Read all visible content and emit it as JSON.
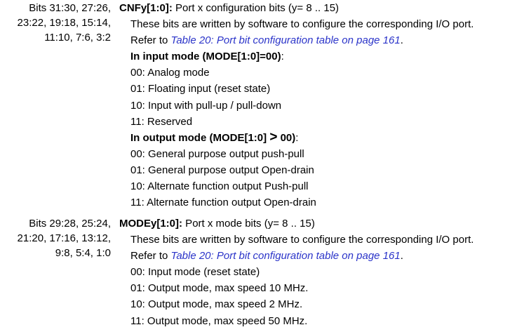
{
  "cnf": {
    "bits": [
      "Bits 31:30, 27:26,",
      "23:22, 19:18, 15:14,",
      "11:10, 7:6, 3:2"
    ],
    "name": "CNFy[1:0]:",
    "title_rest": " Port x configuration bits (y= 8 .. 15)",
    "desc": "These bits are written by software to configure the corresponding I/O port.",
    "refer_prefix": "Refer to ",
    "refer_link": "Table 20: Port bit configuration table on page 161",
    "refer_suffix": ".",
    "input_head": "In input mode (MODE[1:0]=00)",
    "input_head_colon": ":",
    "input_items": [
      "00: Analog mode",
      "01: Floating input (reset state)",
      "10: Input with pull-up / pull-down",
      "11: Reserved"
    ],
    "output_head_a": "In output mode (MODE[1:0] ",
    "output_head_gt": ">",
    "output_head_b": " 00)",
    "output_head_colon": ":",
    "output_items": [
      "00: General purpose output push-pull",
      "01: General purpose output Open-drain",
      "10: Alternate function output Push-pull",
      "11: Alternate function output Open-drain"
    ]
  },
  "mode": {
    "bits": [
      "Bits 29:28, 25:24,",
      "21:20, 17:16, 13:12,",
      "9:8, 5:4, 1:0"
    ],
    "name": "MODEy[1:0]:",
    "title_rest": " Port x mode bits (y= 8 .. 15)",
    "desc": "These bits are written by software to configure the corresponding I/O port.",
    "refer_prefix": "Refer to ",
    "refer_link": "Table 20: Port bit configuration table on page 161",
    "refer_suffix": ".",
    "items": [
      "00: Input mode (reset state)",
      "01: Output mode, max speed 10 MHz.",
      "10: Output mode, max speed 2 MHz.",
      "11: Output mode, max speed 50 MHz."
    ]
  }
}
